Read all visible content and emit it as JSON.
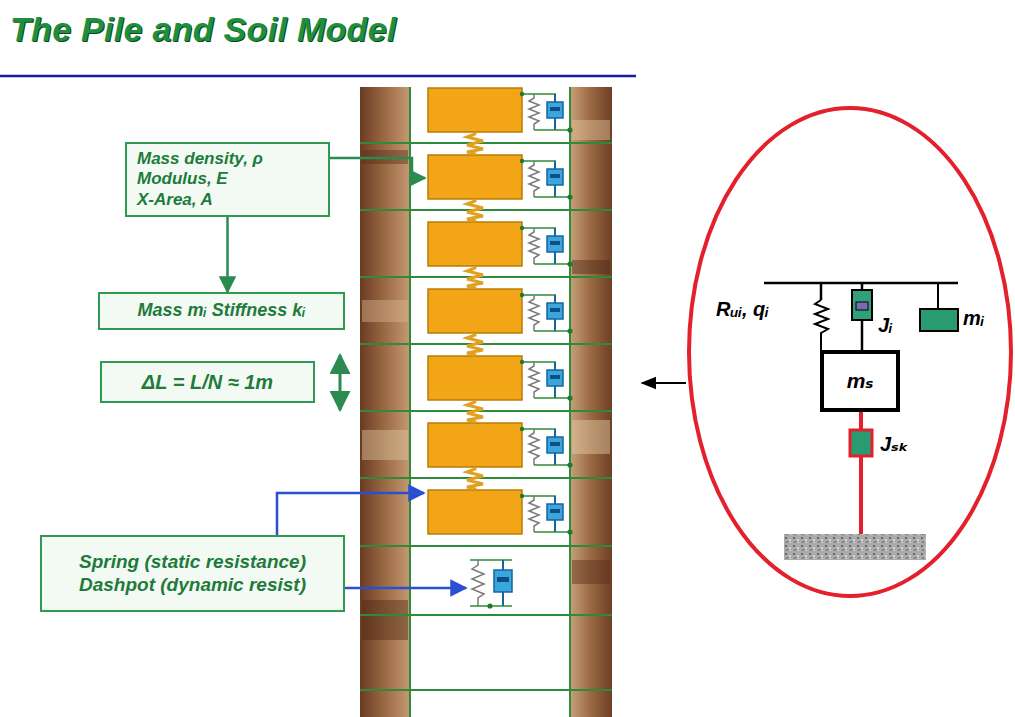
{
  "diagram": {
    "title": "The Pile and Soil Model",
    "nodes": [
      {
        "text": [
          "Mass density, ρ",
          "Modulus, E",
          "X-Area, A"
        ]
      },
      {
        "text": [
          "Mass mᵢ Stiffness kᵢ"
        ]
      },
      {
        "text": [
          "ΔL = L/N ≈ 1m"
        ]
      },
      {
        "text": [
          "Spring (static resistance)",
          "Dashpot (dynamic resist)"
        ]
      },
      {
        "text": [
          "mₛ"
        ]
      }
    ],
    "edges": [
      {
        "from": 0,
        "to": 1,
        "arrow": "to"
      }
    ],
    "labels": [
      "Rᵤᵢ, qᵢ",
      "Jᵢ",
      "mᵢ",
      "Jₛₖ"
    ]
  }
}
